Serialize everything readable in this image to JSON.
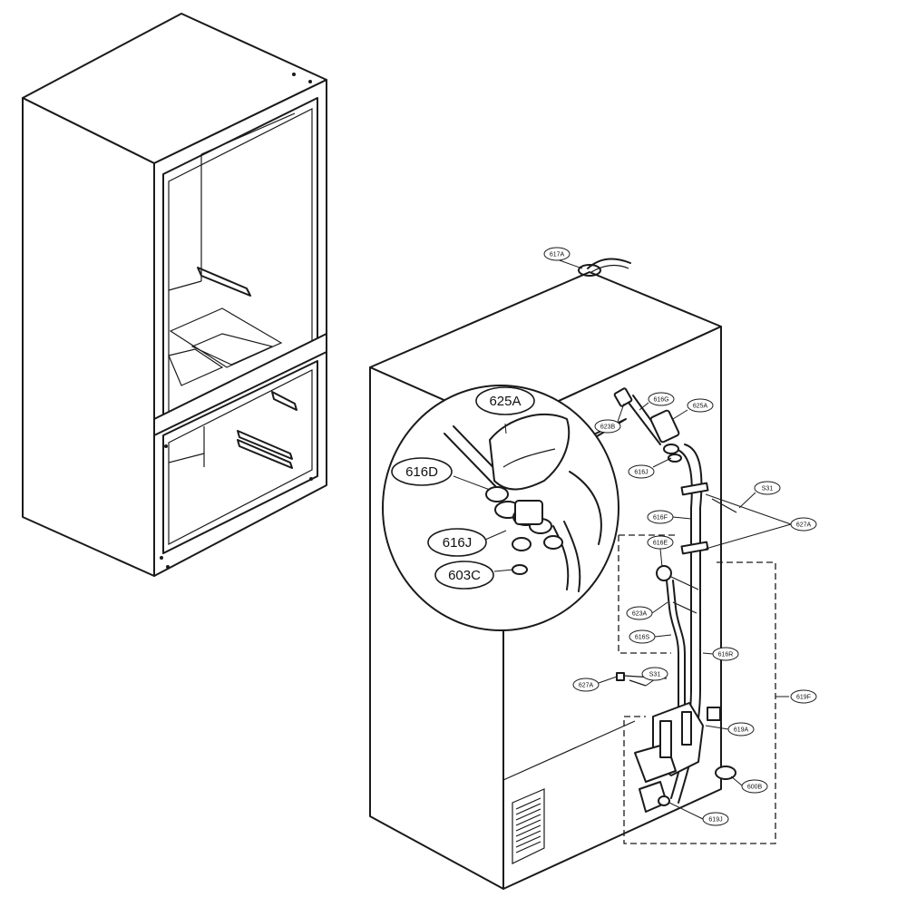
{
  "callouts": {
    "c625A": "625A",
    "c616D": "616D",
    "c616J": "616J",
    "c603C": "603C"
  },
  "labels": {
    "l617A": "617A",
    "l623B": "623B",
    "l616G": "616G",
    "l625A": "625A",
    "l616J": "616J",
    "lS31a": "S31",
    "l627Aa": "627A",
    "l616F": "616F",
    "l616E": "616E",
    "l623A": "623A",
    "l616S": "616S",
    "l616R": "616R",
    "l627Ab": "627A",
    "lS31b": "S31",
    "l619F": "619F",
    "l619A": "619A",
    "l600B": "600B",
    "l619J": "619J"
  }
}
